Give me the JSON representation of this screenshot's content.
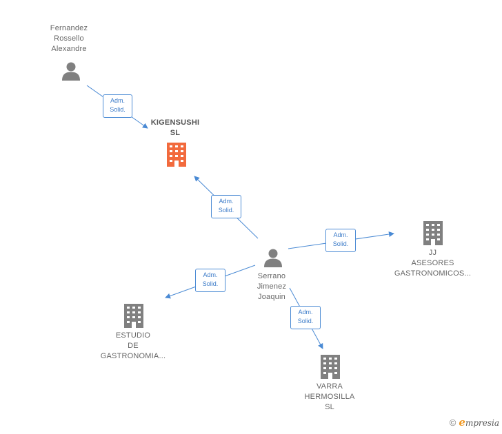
{
  "nodes": {
    "fernandez": {
      "label": "Fernandez\nRossello\nAlexandre",
      "type": "person"
    },
    "kigensushi": {
      "label": "KIGENSUSHI\nSL",
      "type": "company-main"
    },
    "serrano": {
      "label": "Serrano\nJimenez\nJoaquin",
      "type": "person"
    },
    "jj": {
      "label": "JJ\nASESORES\nGASTRONOMICOS...",
      "type": "company"
    },
    "estudio": {
      "label": "ESTUDIO\nDE\nGASTRONOMIA...",
      "type": "company"
    },
    "varra": {
      "label": "VARRA\nHERMOSILLA\nSL",
      "type": "company"
    }
  },
  "edges": [
    {
      "line1": "Adm.",
      "line2": "Solid."
    },
    {
      "line1": "Adm.",
      "line2": "Solid."
    },
    {
      "line1": "Adm.",
      "line2": "Solid."
    },
    {
      "line1": "Adm.",
      "line2": "Solid."
    },
    {
      "line1": "Adm.",
      "line2": "Solid."
    }
  ],
  "colors": {
    "edge": "#4a8ad4",
    "company_main": "#f26a3d",
    "company": "#808080",
    "person": "#808080"
  },
  "footer": {
    "copyright": "©",
    "brand_initial": "e",
    "brand_rest": "mpresia"
  }
}
